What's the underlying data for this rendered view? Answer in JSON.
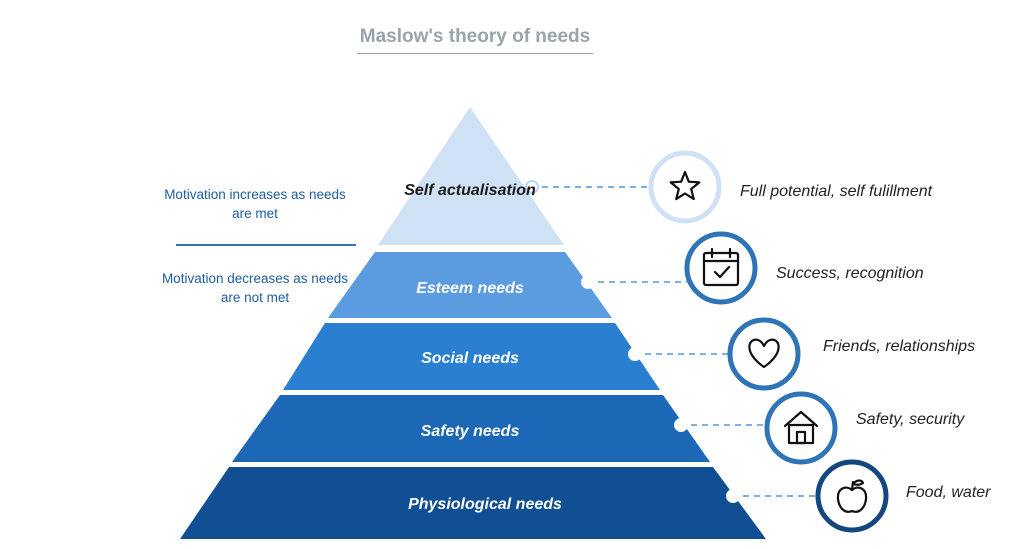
{
  "title": "Maslow's theory of needs",
  "side_notes": {
    "upper": "Motivation increases as needs are met",
    "lower": "Motivation decreases as needs are not met"
  },
  "levels": [
    {
      "label": "Self actualisation",
      "description": "Full potential, self fulillment",
      "icon": "star-icon",
      "color": "#cfe2f5"
    },
    {
      "label": "Esteem needs",
      "description": "Success, recognition",
      "icon": "calendar-check-icon",
      "color": "#5b9ce0"
    },
    {
      "label": "Social needs",
      "description": "Friends, relationships",
      "icon": "heart-icon",
      "color": "#2a7fd1"
    },
    {
      "label": "Safety needs",
      "description": "Safety, security",
      "icon": "house-icon",
      "color": "#1d67b7"
    },
    {
      "label": "Physiological needs",
      "description": "Food, water",
      "icon": "apple-icon",
      "color": "#104f93"
    }
  ]
}
